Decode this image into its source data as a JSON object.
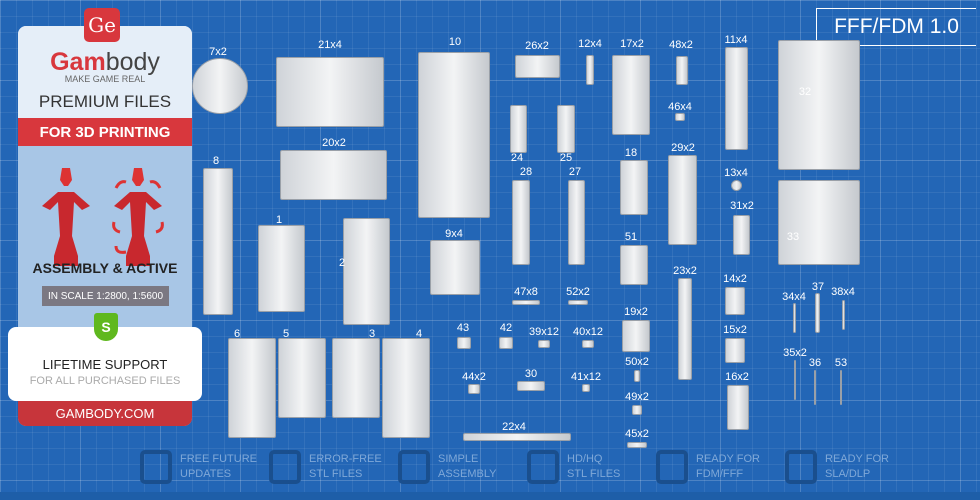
{
  "version": "FFF/FDM 1.0",
  "panel": {
    "logo_badge": "Ge",
    "brand_bold": "Gam",
    "brand_rest": "body",
    "tagline": "MAKE GAME REAL",
    "premium": "PREMIUM FILES",
    "for_printing": "FOR 3D PRINTING",
    "assembly": "ASSEMBLY & ACTIVE",
    "scale": "IN SCALE 1:2800, 1:5600",
    "shield": "S",
    "support_title": "LIFETIME SUPPORT",
    "support_sub": "FOR ALL PURCHASED FILES",
    "site": "GAMBODY.COM"
  },
  "parts": [
    "7x2",
    "21x4",
    "10",
    "26x2",
    "12x4",
    "17x2",
    "48x2",
    "11x4",
    "32",
    "46x4",
    "20x2",
    "24",
    "25",
    "18",
    "29x2",
    "13x4",
    "8",
    "28",
    "27",
    "31x2",
    "33",
    "1",
    "9x4",
    "2",
    "51",
    "23x2",
    "14x2",
    "34x4",
    "37",
    "38x4",
    "47x8",
    "52x2",
    "6",
    "5",
    "3",
    "4",
    "43",
    "42",
    "39x12",
    "40x12",
    "19x2",
    "15x2",
    "35x2",
    "36",
    "53",
    "50x2",
    "44x2",
    "30",
    "41x12",
    "16x2",
    "49x2",
    "22x4",
    "45x2"
  ],
  "features": [
    {
      "line1": "FREE FUTURE",
      "line2": "UPDATES",
      "icon": "refresh-icon"
    },
    {
      "line1": "ERROR-FREE",
      "line2": "STL FILES",
      "icon": "file-check-icon"
    },
    {
      "line1": "SIMPLE",
      "line2": "ASSEMBLY",
      "icon": "puzzle-icon"
    },
    {
      "line1": "HD/HQ",
      "line2": "STL FILES",
      "icon": "figure-icon"
    },
    {
      "line1": "READY FOR",
      "line2": "FDM/FFF",
      "icon": "fdm-printer-icon"
    },
    {
      "line1": "READY FOR",
      "line2": "SLA/DLP",
      "icon": "sla-printer-icon"
    }
  ]
}
